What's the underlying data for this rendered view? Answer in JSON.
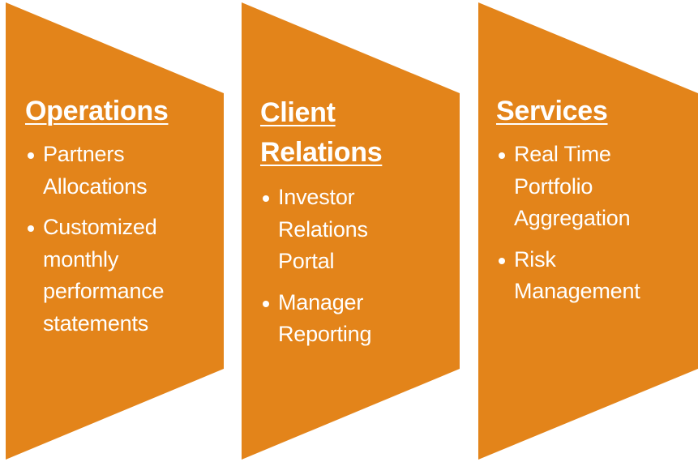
{
  "colors": {
    "panel_fill": "#E3841A",
    "text": "#FFFFFF",
    "background": "#FFFFFF"
  },
  "panels": [
    {
      "title": "Operations",
      "items": [
        "Partners\nAllocations",
        "Customized\nmonthly\nperformance\nstatements"
      ]
    },
    {
      "title": "Client\nRelations",
      "items": [
        "Investor\nRelations\nPortal",
        "Manager\nReporting"
      ]
    },
    {
      "title": "Services",
      "items": [
        "Real Time\nPortfolio\nAggregation",
        "Risk\nManagement"
      ]
    }
  ]
}
